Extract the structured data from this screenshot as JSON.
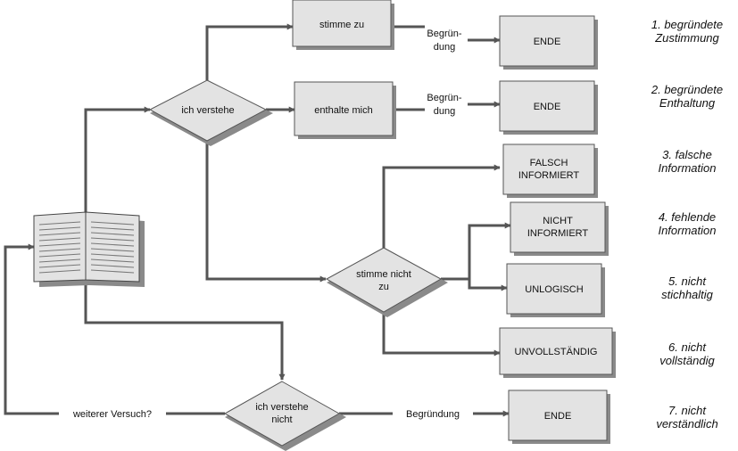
{
  "colors": {
    "box_fill": "#e3e3e3",
    "shadow": "#8a8a8a",
    "line": "#555555",
    "text": "#111111"
  },
  "nodes": {
    "agree": "stimme zu",
    "abstain": "enthalte mich",
    "understand": "ich verstehe",
    "disagree": [
      "stimme nicht",
      "zu"
    ],
    "not_understand": [
      "ich verstehe",
      "nicht"
    ],
    "end_1": "ENDE",
    "end_2": "ENDE",
    "end_7": "ENDE",
    "misinformed": [
      "FALSCH",
      "INFORMIERT"
    ],
    "uninformed": [
      "NICHT",
      "INFORMIERT"
    ],
    "illogical": "UNLOGISCH",
    "incomplete": "UNVOLLSTÄNDIG"
  },
  "edge_labels": {
    "reason_1": [
      "Begrün-",
      "dung"
    ],
    "reason_2": [
      "Begrün-",
      "dung"
    ],
    "reason_7": "Begründung",
    "retry": "weiterer Versuch?"
  },
  "outcomes": [
    [
      "1. begründete",
      "Zustimmung"
    ],
    [
      "2. begründete",
      "Enthaltung"
    ],
    [
      "3. falsche",
      "Information"
    ],
    [
      "4. fehlende",
      "Information"
    ],
    [
      "5. nicht",
      "stichhaltig"
    ],
    [
      "6. nicht",
      "vollständig"
    ],
    [
      "7. nicht",
      "verständlich"
    ]
  ],
  "icons": {
    "book": "open-book-icon"
  }
}
